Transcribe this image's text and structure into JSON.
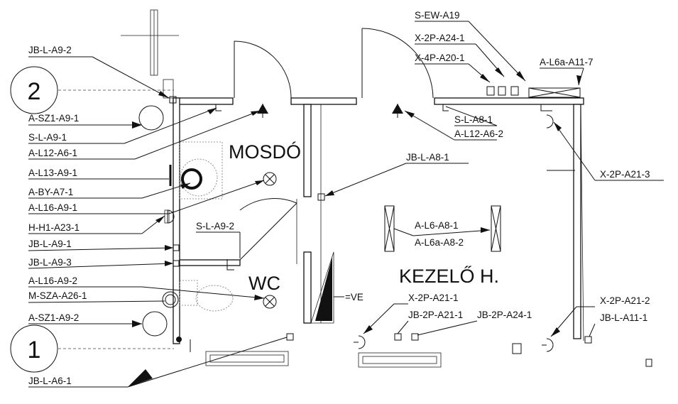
{
  "axes": {
    "axis_2": "2",
    "axis_1": "1"
  },
  "rooms": {
    "mosdo": "MOSDÓ",
    "wc": "WC",
    "kezelo": "KEZELŐ H."
  },
  "labels": {
    "jb_l_a9_2": "JB-L-A9-2",
    "a_sz1_a9_1": "A-SZ1-A9-1",
    "s_l_a9_1": "S-L-A9-1",
    "a_l12_a6_1": "A-L12-A6-1",
    "a_l13_a9_1": "A-L13-A9-1",
    "a_by_a7_1": "A-BY-A7-1",
    "a_l16_a9_1": "A-L16-A9-1",
    "h_h1_a23_1": "H-H1-A23-1",
    "jb_l_a9_1": "JB-L-A9-1",
    "jb_l_a9_3": "JB-L-A9-3",
    "a_l16_a9_2": "A-L16-A9-2",
    "m_sza_a26_1": "M-SZA-A26-1",
    "a_sz1_a9_2": "A-SZ1-A9-2",
    "jb_l_a6_1": "JB-L-A6-1",
    "s_l_a9_2": "S-L-A9-2",
    "s_ew_a19": "S-EW-A19",
    "x_2p_a24_1": "X-2P-A24-1",
    "x_4p_a20_1": "X-4P-A20-1",
    "a_l6a_a11_7": "A-L6a-A11-7",
    "s_l_a8_1": "S-L-A8-1",
    "a_l12_a6_2": "A-L12-A6-2",
    "jb_l_a8_1": "JB-L-A8-1",
    "x_2p_a21_3": "X-2P-A21-3",
    "a_l6_a8_1": "A-L6-A8-1",
    "a_l6a_a8_2": "A-L6a-A8-2",
    "ve": "=VE",
    "x_2p_a21_1": "X-2P-A21-1",
    "jb_2p_a21_1": "JB-2P-A21-1",
    "jb_2p_a24_1": "JB-2P-A24-1",
    "x_2p_a21_2": "X-2P-A21-2",
    "jb_l_a11_1": "JB-L-A11-1"
  }
}
